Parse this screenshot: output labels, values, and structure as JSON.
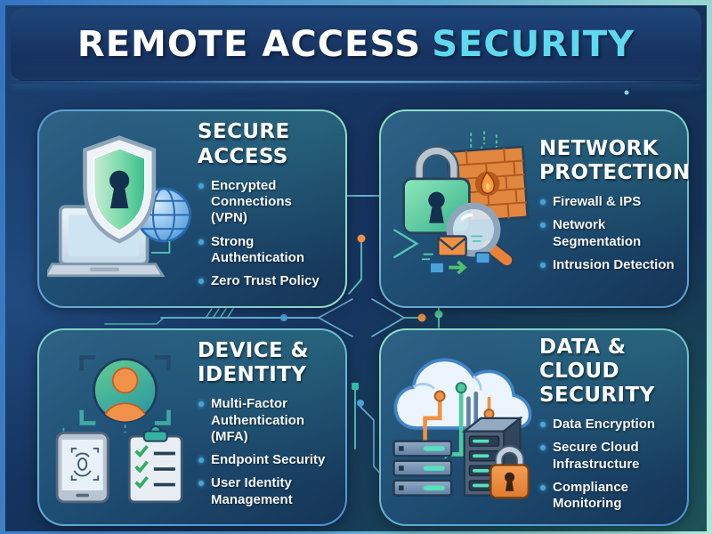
{
  "header": {
    "title_main": "REMOTE ACCESS",
    "title_accent": "SECURITY"
  },
  "colors": {
    "title_accent_cyan": "#5fd9ef",
    "bullet_dot": "#4aa3d8",
    "panel_border_blue": "#5b9bd5",
    "panel_border_teal": "#8fe0c4",
    "background_navy": "#14305a",
    "background_teal": "#1e5152",
    "trace_blue": "#6fc0dd",
    "trace_teal": "#57c7b8",
    "dot_orange": "#ef9144",
    "dot_green": "#4fc9a0"
  },
  "panels": [
    {
      "id": "secure-access",
      "icon": "shield-laptop-globe-icon",
      "heading": "SECURE\nACCESS",
      "bullets": [
        "Encrypted Connections\n(VPN)",
        "Strong Authentication",
        "Zero Trust Policy"
      ]
    },
    {
      "id": "network-protection",
      "icon": "padlock-firewall-magnifier-icon",
      "heading": "NETWORK\nPROTECTION",
      "bullets": [
        "Firewall & IPS",
        "Network\nSegmentation",
        "Intrusion Detection"
      ]
    },
    {
      "id": "device-identity",
      "icon": "avatar-phone-checklist-icon",
      "heading": "DEVICE &\nIDENTITY",
      "bullets": [
        "Multi-Factor\nAuthentication (MFA)",
        "Endpoint Security",
        "User Identity\nManagement"
      ]
    },
    {
      "id": "data-cloud-security",
      "icon": "cloud-servers-padlock-icon",
      "heading": "DATA & CLOUD\nSECURITY",
      "bullets": [
        "Data Encryption",
        "Secure Cloud\nInfrastructure",
        "Compliance Monitoring"
      ]
    }
  ]
}
